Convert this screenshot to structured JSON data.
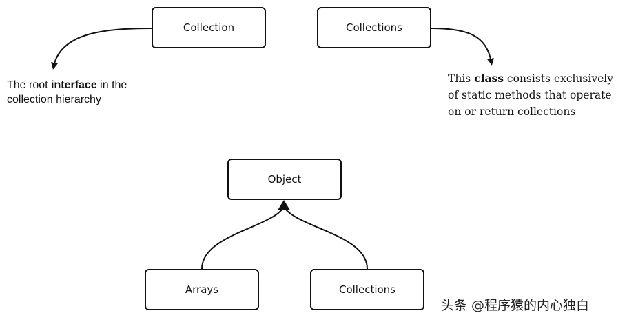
{
  "nodes": {
    "collection": "Collection",
    "collections_top": "Collections",
    "object": "Object",
    "arrays": "Arrays",
    "collections_bottom": "Collections"
  },
  "notes": {
    "collection": {
      "before": "The root ",
      "bold": "interface",
      "after": " in the collection hierarchy"
    },
    "collections": {
      "before": "This ",
      "bold": "class",
      "after": " consists exclusively of static methods that operate on or return collections"
    }
  },
  "watermark": "头条 @程序猿的内心独白"
}
